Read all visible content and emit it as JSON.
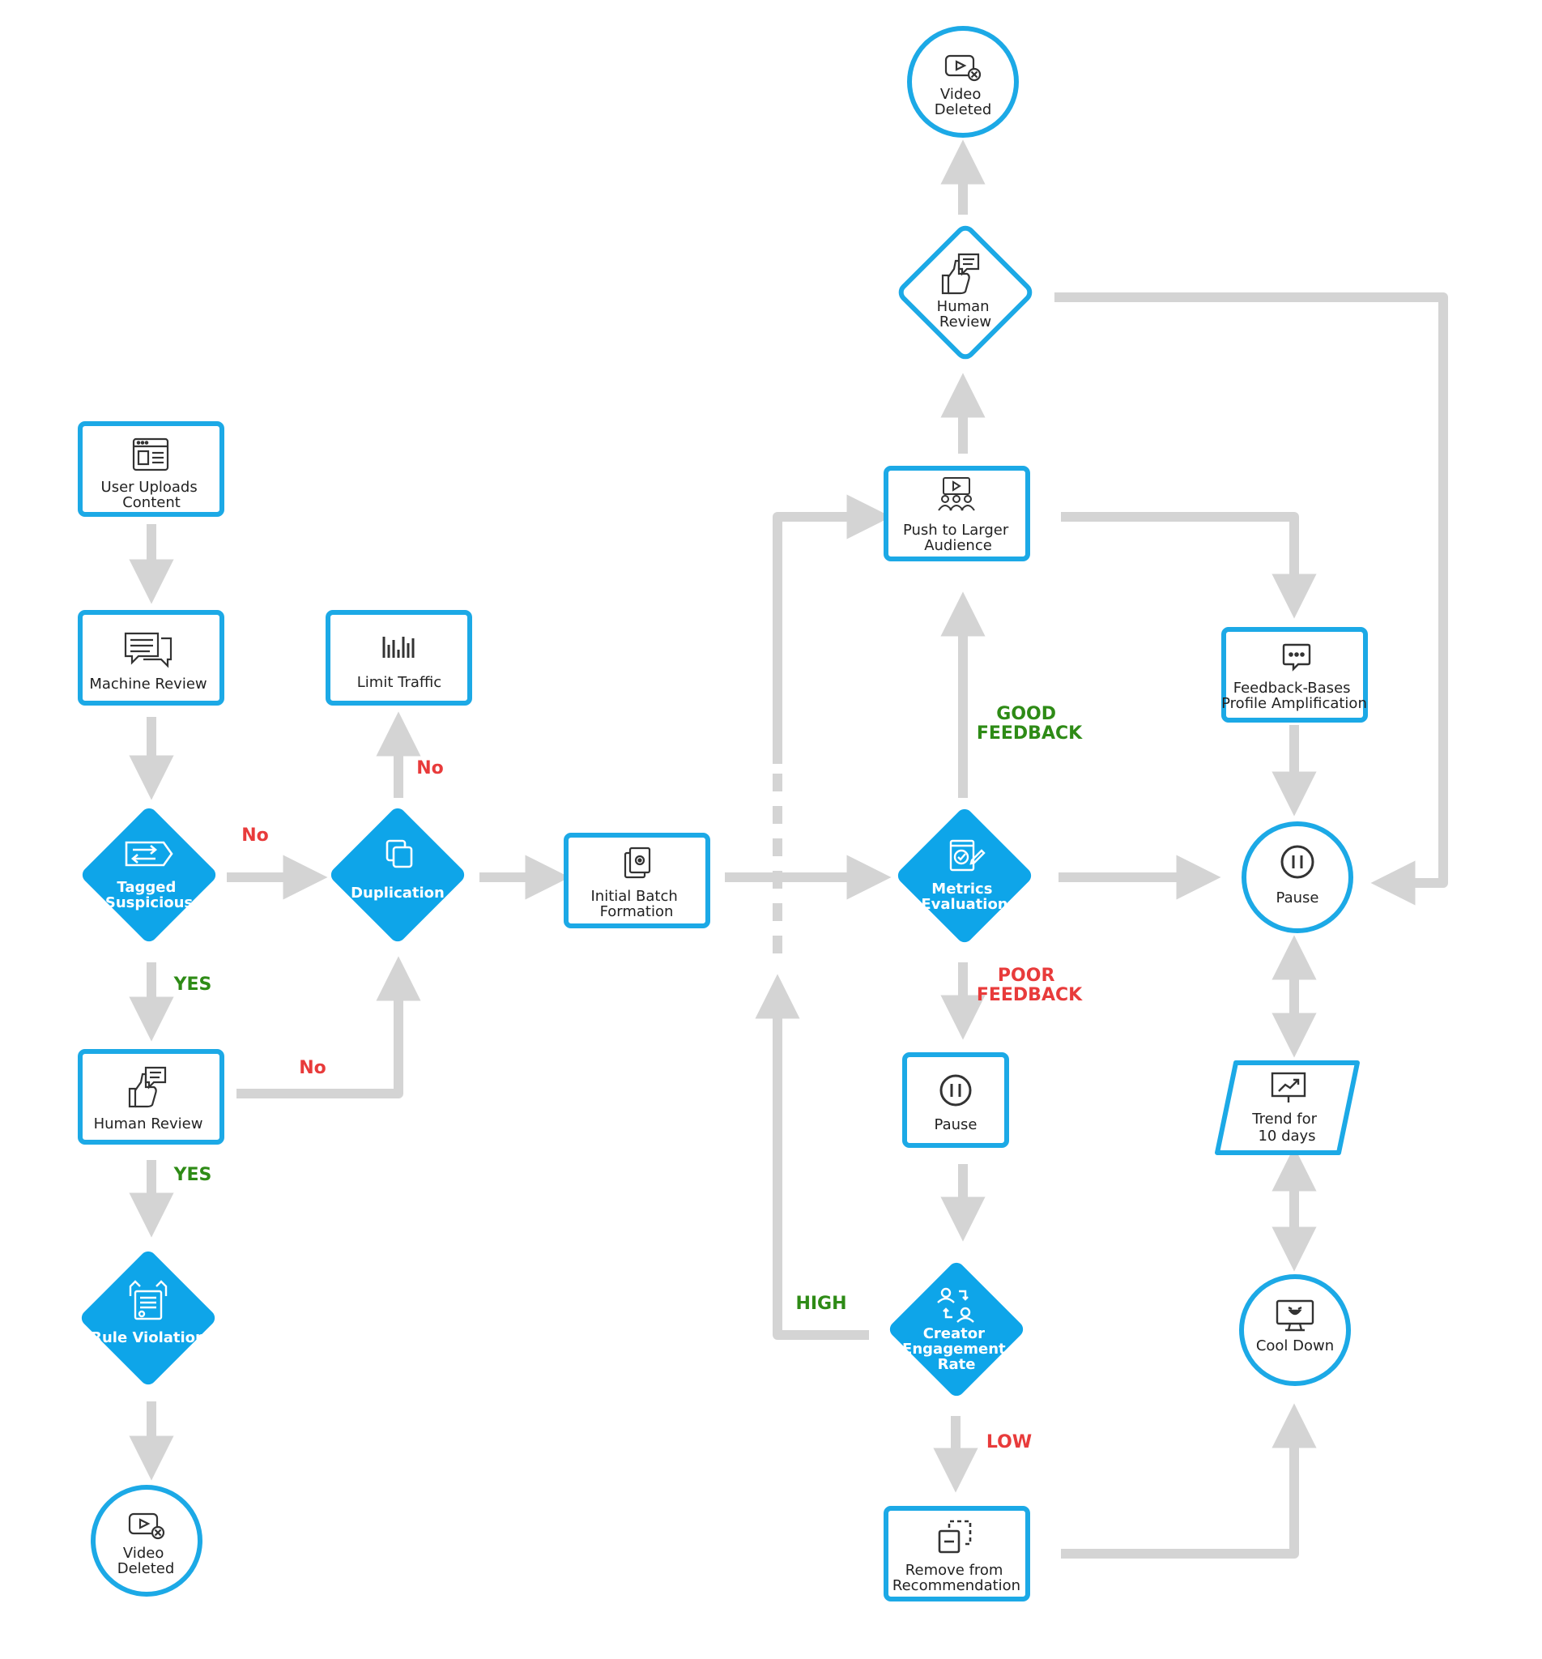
{
  "colors": {
    "node_border": "#1ca9e6",
    "node_fill": "#ffffff",
    "decision_fill": "#0ea5e9",
    "arrow": "#d4d4d4",
    "label_yes": "#2e8b16",
    "label_no": "#e83b3b",
    "icon_dark": "#333333"
  },
  "nodes": {
    "user_uploads": {
      "lines": [
        "User Uploads",
        "Content"
      ],
      "icon": "browser-window-icon"
    },
    "machine_review": {
      "lines": [
        "Machine Review"
      ],
      "icon": "chat-bubbles-icon"
    },
    "tagged_suspicious": {
      "lines": [
        "Tagged",
        "Suspicious"
      ],
      "icon": "tag-arrows-icon"
    },
    "duplication": {
      "lines": [
        "Duplication"
      ],
      "icon": "copy-icon"
    },
    "limit_traffic": {
      "lines": [
        "Limit Traffic"
      ],
      "icon": "audio-bars-icon"
    },
    "human_review_left": {
      "lines": [
        "Human Review"
      ],
      "icon": "thumbs-up-chat-icon"
    },
    "rule_violation": {
      "lines": [
        "Rule Violation"
      ],
      "icon": "certificate-hands-icon"
    },
    "video_deleted_left": {
      "lines": [
        "Video",
        "Deleted"
      ],
      "icon": "video-delete-icon"
    },
    "initial_batch": {
      "lines": [
        "Initial Batch",
        "Formation"
      ],
      "icon": "documents-gear-icon"
    },
    "metrics_evaluation": {
      "lines": [
        "Metrics",
        "Evaluation"
      ],
      "icon": "clipboard-check-icon"
    },
    "push_larger": {
      "lines": [
        "Push to Larger",
        "Audience"
      ],
      "icon": "presentation-audience-icon"
    },
    "human_review_top": {
      "lines": [
        "Human",
        "Review"
      ],
      "icon": "thumbs-up-chat-icon"
    },
    "video_deleted_top": {
      "lines": [
        "Video",
        "Deleted"
      ],
      "icon": "video-delete-icon"
    },
    "pause_mid": {
      "lines": [
        "Pause"
      ],
      "icon": "pause-icon"
    },
    "creator_engagement": {
      "lines": [
        "Creator",
        "Engagement",
        "Rate"
      ],
      "icon": "users-exchange-icon"
    },
    "remove_recommendation": {
      "lines": [
        "Remove from",
        "Recommendation"
      ],
      "icon": "minus-box-icon"
    },
    "feedback_profile": {
      "lines": [
        "Feedback-Bases",
        "Profile Amplification"
      ],
      "icon": "chat-dots-icon"
    },
    "pause_right": {
      "lines": [
        "Pause"
      ],
      "icon": "pause-icon"
    },
    "trend_days": {
      "lines": [
        "Trend for",
        "10 days"
      ],
      "icon": "chart-board-icon"
    },
    "cool_down": {
      "lines": [
        "Cool Down"
      ],
      "icon": "monitor-face-icon"
    }
  },
  "edge_labels": {
    "no_tagged": "No",
    "yes_tagged": "YES",
    "no_duplication": "No",
    "no_human": "No",
    "yes_human": "YES",
    "good_feedback": [
      "GOOD",
      "FEEDBACK"
    ],
    "poor_feedback": [
      "POOR",
      "FEEDBACK"
    ],
    "high": "HIGH",
    "low": "LOW"
  }
}
